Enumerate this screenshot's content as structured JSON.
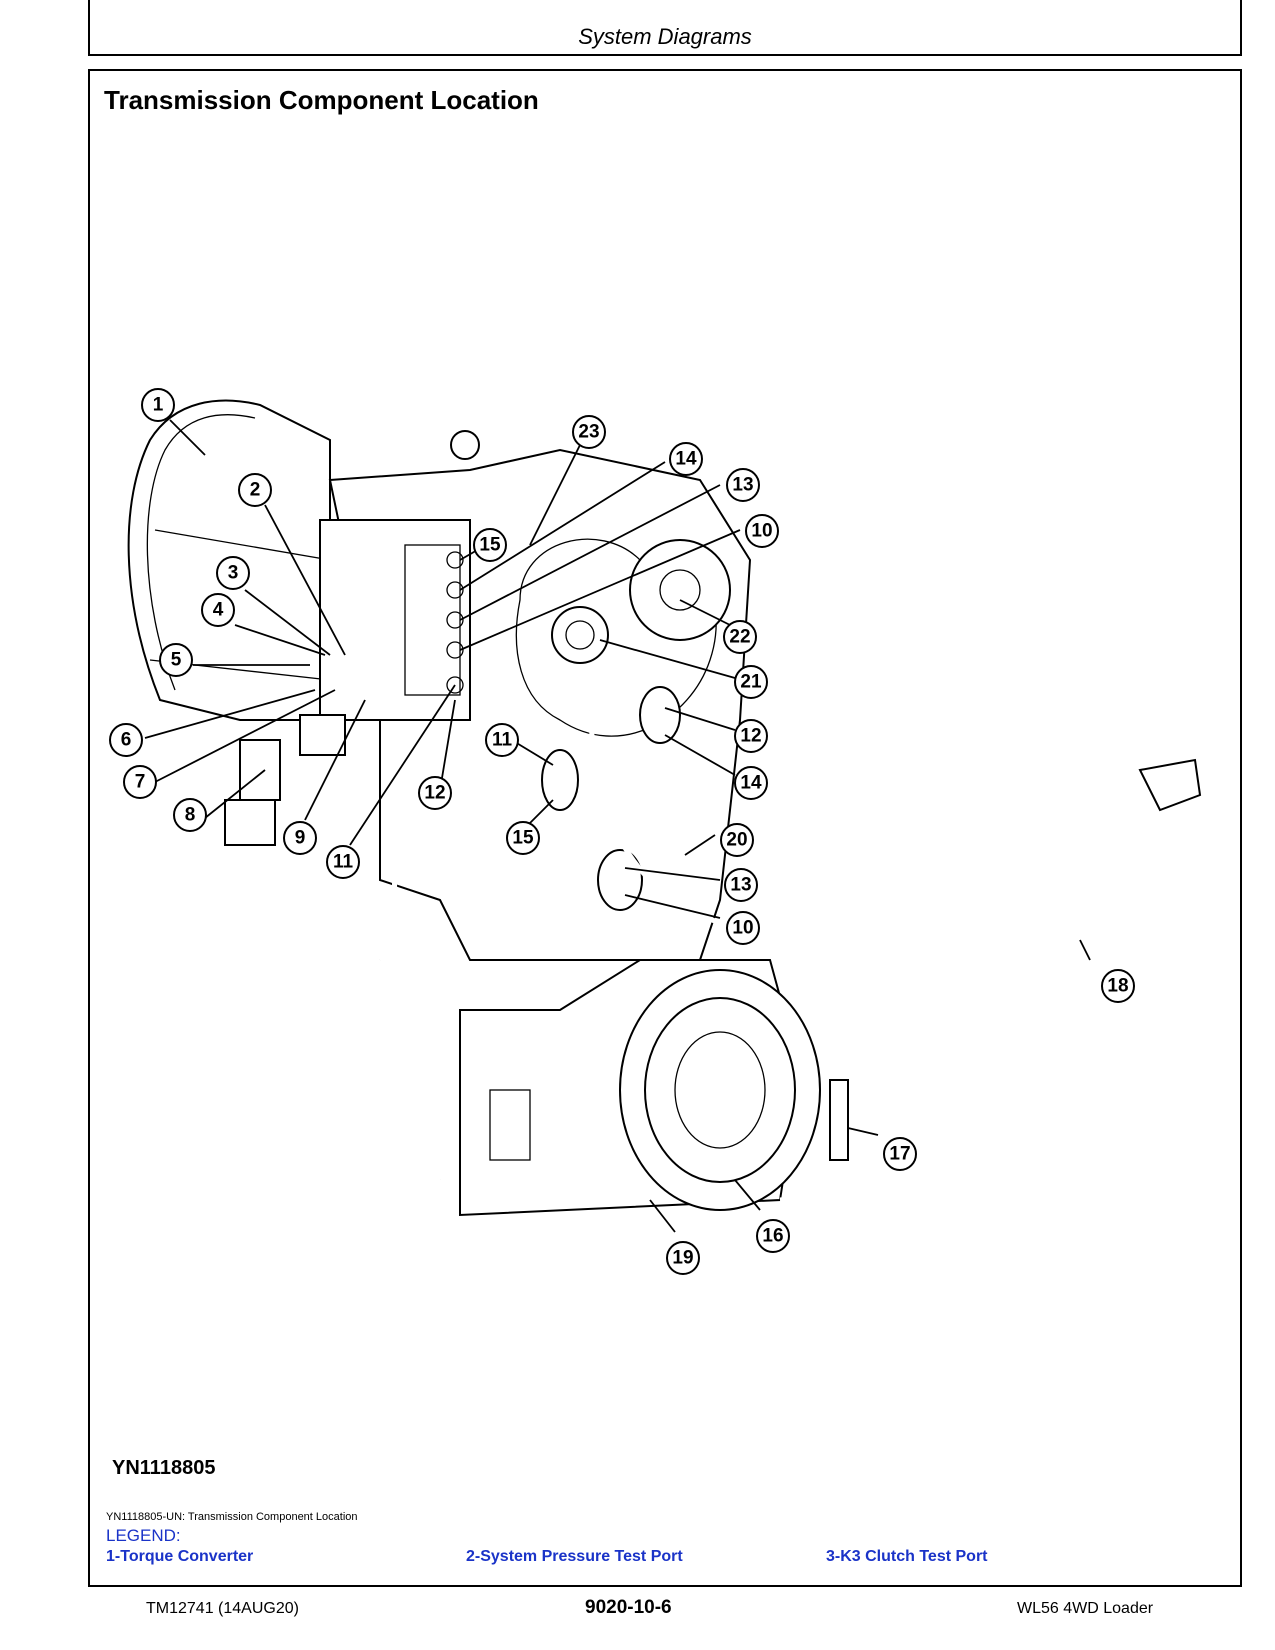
{
  "header": {
    "section_title": "System Diagrams"
  },
  "page_title": "Transmission Component Location",
  "figure": {
    "id": "YN1118805",
    "caption": "YN1118805-UN: Transmission Component Location",
    "callouts": [
      "1",
      "2",
      "3",
      "4",
      "5",
      "6",
      "7",
      "8",
      "9",
      "10",
      "11",
      "12",
      "13",
      "14",
      "15",
      "16",
      "17",
      "18",
      "19",
      "20",
      "21",
      "22",
      "23"
    ]
  },
  "legend": {
    "label": "LEGEND:",
    "items": [
      "1-Torque Converter",
      "2-System Pressure Test Port",
      "3-K3 Clutch Test Port"
    ]
  },
  "footer": {
    "left": "TM12741 (14AUG20)",
    "center": "9020-10-6",
    "right": "WL56 4WD Loader"
  }
}
